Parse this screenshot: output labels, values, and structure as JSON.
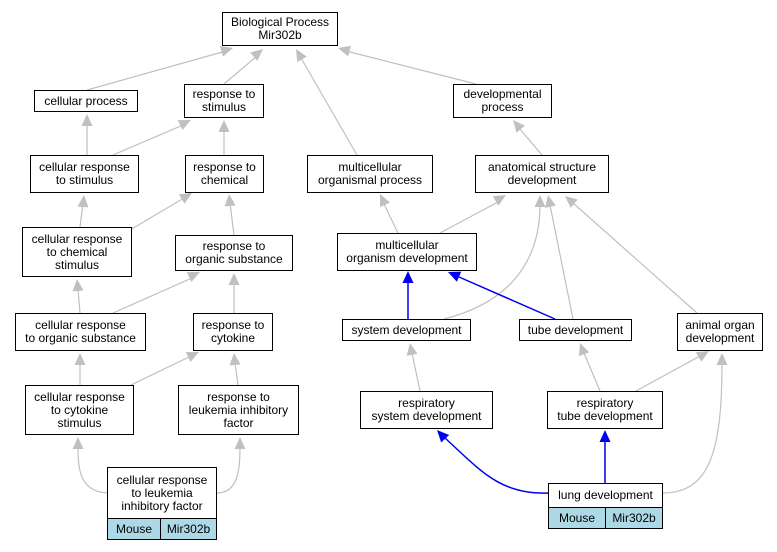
{
  "colors": {
    "grey_edge": "#c0c0c0",
    "blue_edge": "#0000ee",
    "tag_fill": "#add8e6"
  },
  "nodes": {
    "bp": "Biological Process\nMir302b",
    "cp": "cellular process",
    "rs": "response to\nstimulus",
    "dp": "developmental\nprocess",
    "crs": "cellular response\nto stimulus",
    "rc": "response to\nchemical",
    "mop": "multicellular\norganismal process",
    "asd": "anatomical structure\ndevelopment",
    "crc": "cellular response\nto chemical\nstimulus",
    "ros": "response to\norganic substance",
    "mod": "multicellular\norganism development",
    "cros": "cellular response\nto organic substance",
    "rcy": "response to\ncytokine",
    "sd": "system development",
    "td": "tube development",
    "aod": "animal organ\ndevelopment",
    "crcs": "cellular response\nto cytokine\nstimulus",
    "rlif": "response to\nleukemia inhibitory\nfactor",
    "rsd": "respiratory\nsystem development",
    "rtd": "respiratory\ntube development",
    "crlif": "cellular response\nto leukemia\ninhibitory factor",
    "ld": "lung development"
  },
  "tags": {
    "crlif": {
      "species": "Mouse",
      "gene": "Mir302b"
    },
    "ld": {
      "species": "Mouse",
      "gene": "Mir302b"
    }
  },
  "edges": [
    {
      "from": "cp",
      "to": "bp",
      "color": "grey"
    },
    {
      "from": "rs",
      "to": "bp",
      "color": "grey"
    },
    {
      "from": "mop",
      "to": "bp",
      "color": "grey"
    },
    {
      "from": "dp",
      "to": "bp",
      "color": "grey"
    },
    {
      "from": "crs",
      "to": "cp",
      "color": "grey"
    },
    {
      "from": "crs",
      "to": "rs",
      "color": "grey"
    },
    {
      "from": "rc",
      "to": "rs",
      "color": "grey"
    },
    {
      "from": "asd",
      "to": "dp",
      "color": "grey"
    },
    {
      "from": "crc",
      "to": "crs",
      "color": "grey"
    },
    {
      "from": "crc",
      "to": "rc",
      "color": "grey"
    },
    {
      "from": "ros",
      "to": "rc",
      "color": "grey"
    },
    {
      "from": "mod",
      "to": "mop",
      "color": "grey"
    },
    {
      "from": "mod",
      "to": "asd",
      "color": "grey"
    },
    {
      "from": "sd",
      "to": "asd",
      "color": "grey"
    },
    {
      "from": "td",
      "to": "asd",
      "color": "grey"
    },
    {
      "from": "aod",
      "to": "asd",
      "color": "grey"
    },
    {
      "from": "cros",
      "to": "crc",
      "color": "grey"
    },
    {
      "from": "cros",
      "to": "ros",
      "color": "grey"
    },
    {
      "from": "rcy",
      "to": "ros",
      "color": "grey"
    },
    {
      "from": "sd",
      "to": "mod",
      "color": "blue"
    },
    {
      "from": "td",
      "to": "mod",
      "color": "blue"
    },
    {
      "from": "crcs",
      "to": "cros",
      "color": "grey"
    },
    {
      "from": "crcs",
      "to": "rcy",
      "color": "grey"
    },
    {
      "from": "rlif",
      "to": "rcy",
      "color": "grey"
    },
    {
      "from": "rsd",
      "to": "sd",
      "color": "grey"
    },
    {
      "from": "rtd",
      "to": "td",
      "color": "grey"
    },
    {
      "from": "rtd",
      "to": "aod",
      "color": "grey"
    },
    {
      "from": "crlif",
      "to": "crcs",
      "color": "grey"
    },
    {
      "from": "crlif",
      "to": "rlif",
      "color": "grey"
    },
    {
      "from": "ld",
      "to": "rsd",
      "color": "blue"
    },
    {
      "from": "ld",
      "to": "rtd",
      "color": "blue"
    },
    {
      "from": "ld",
      "to": "aod",
      "color": "grey"
    }
  ]
}
